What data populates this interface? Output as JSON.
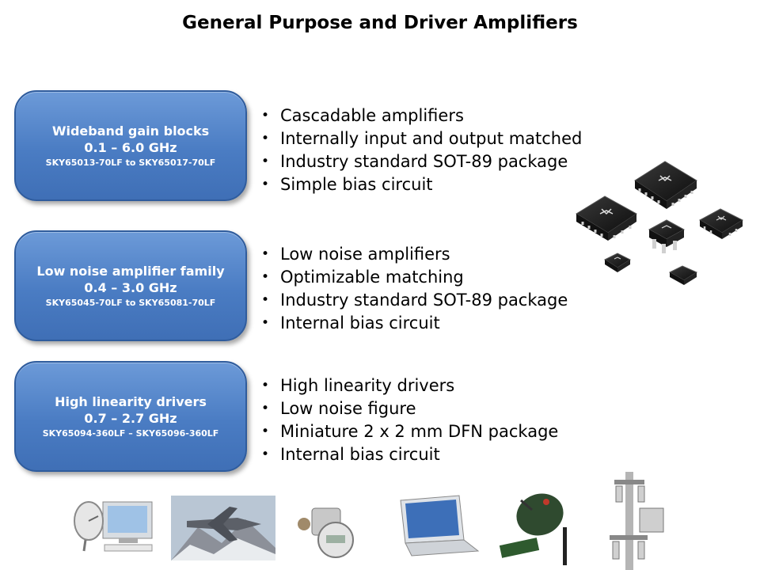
{
  "title": "General Purpose and Driver Amplifiers",
  "blocks": [
    {
      "heading": "Wideband gain blocks",
      "freq": "0.1 – 6.0 GHz",
      "parts": "SKY65013-70LF to SKY65017-70LF",
      "bullets": [
        "Cascadable amplifiers",
        "Internally input and output matched",
        "Industry standard SOT-89 package",
        "Simple bias circuit"
      ]
    },
    {
      "heading": "Low noise amplifier family",
      "freq": "0.4 – 3.0 GHz",
      "parts": "SKY65045-70LF to SKY65081-70LF",
      "bullets": [
        "Low noise amplifiers",
        "Optimizable matching",
        "Industry standard SOT-89 package",
        "Internal bias circuit"
      ]
    },
    {
      "heading": "High linearity drivers",
      "freq": "0.7 – 2.7 GHz",
      "parts": "SKY65094-360LF – SKY65096-360LF",
      "bullets": [
        "High linearity drivers",
        "Low noise figure",
        "Miniature 2 x 2 mm DFN package",
        "Internal bias circuit"
      ]
    }
  ],
  "colors": {
    "pill_fill": "#4a7cc3",
    "pill_border": "#2f5c9d",
    "chip": "#1a1a1a",
    "lead": "#c8c8c8"
  }
}
